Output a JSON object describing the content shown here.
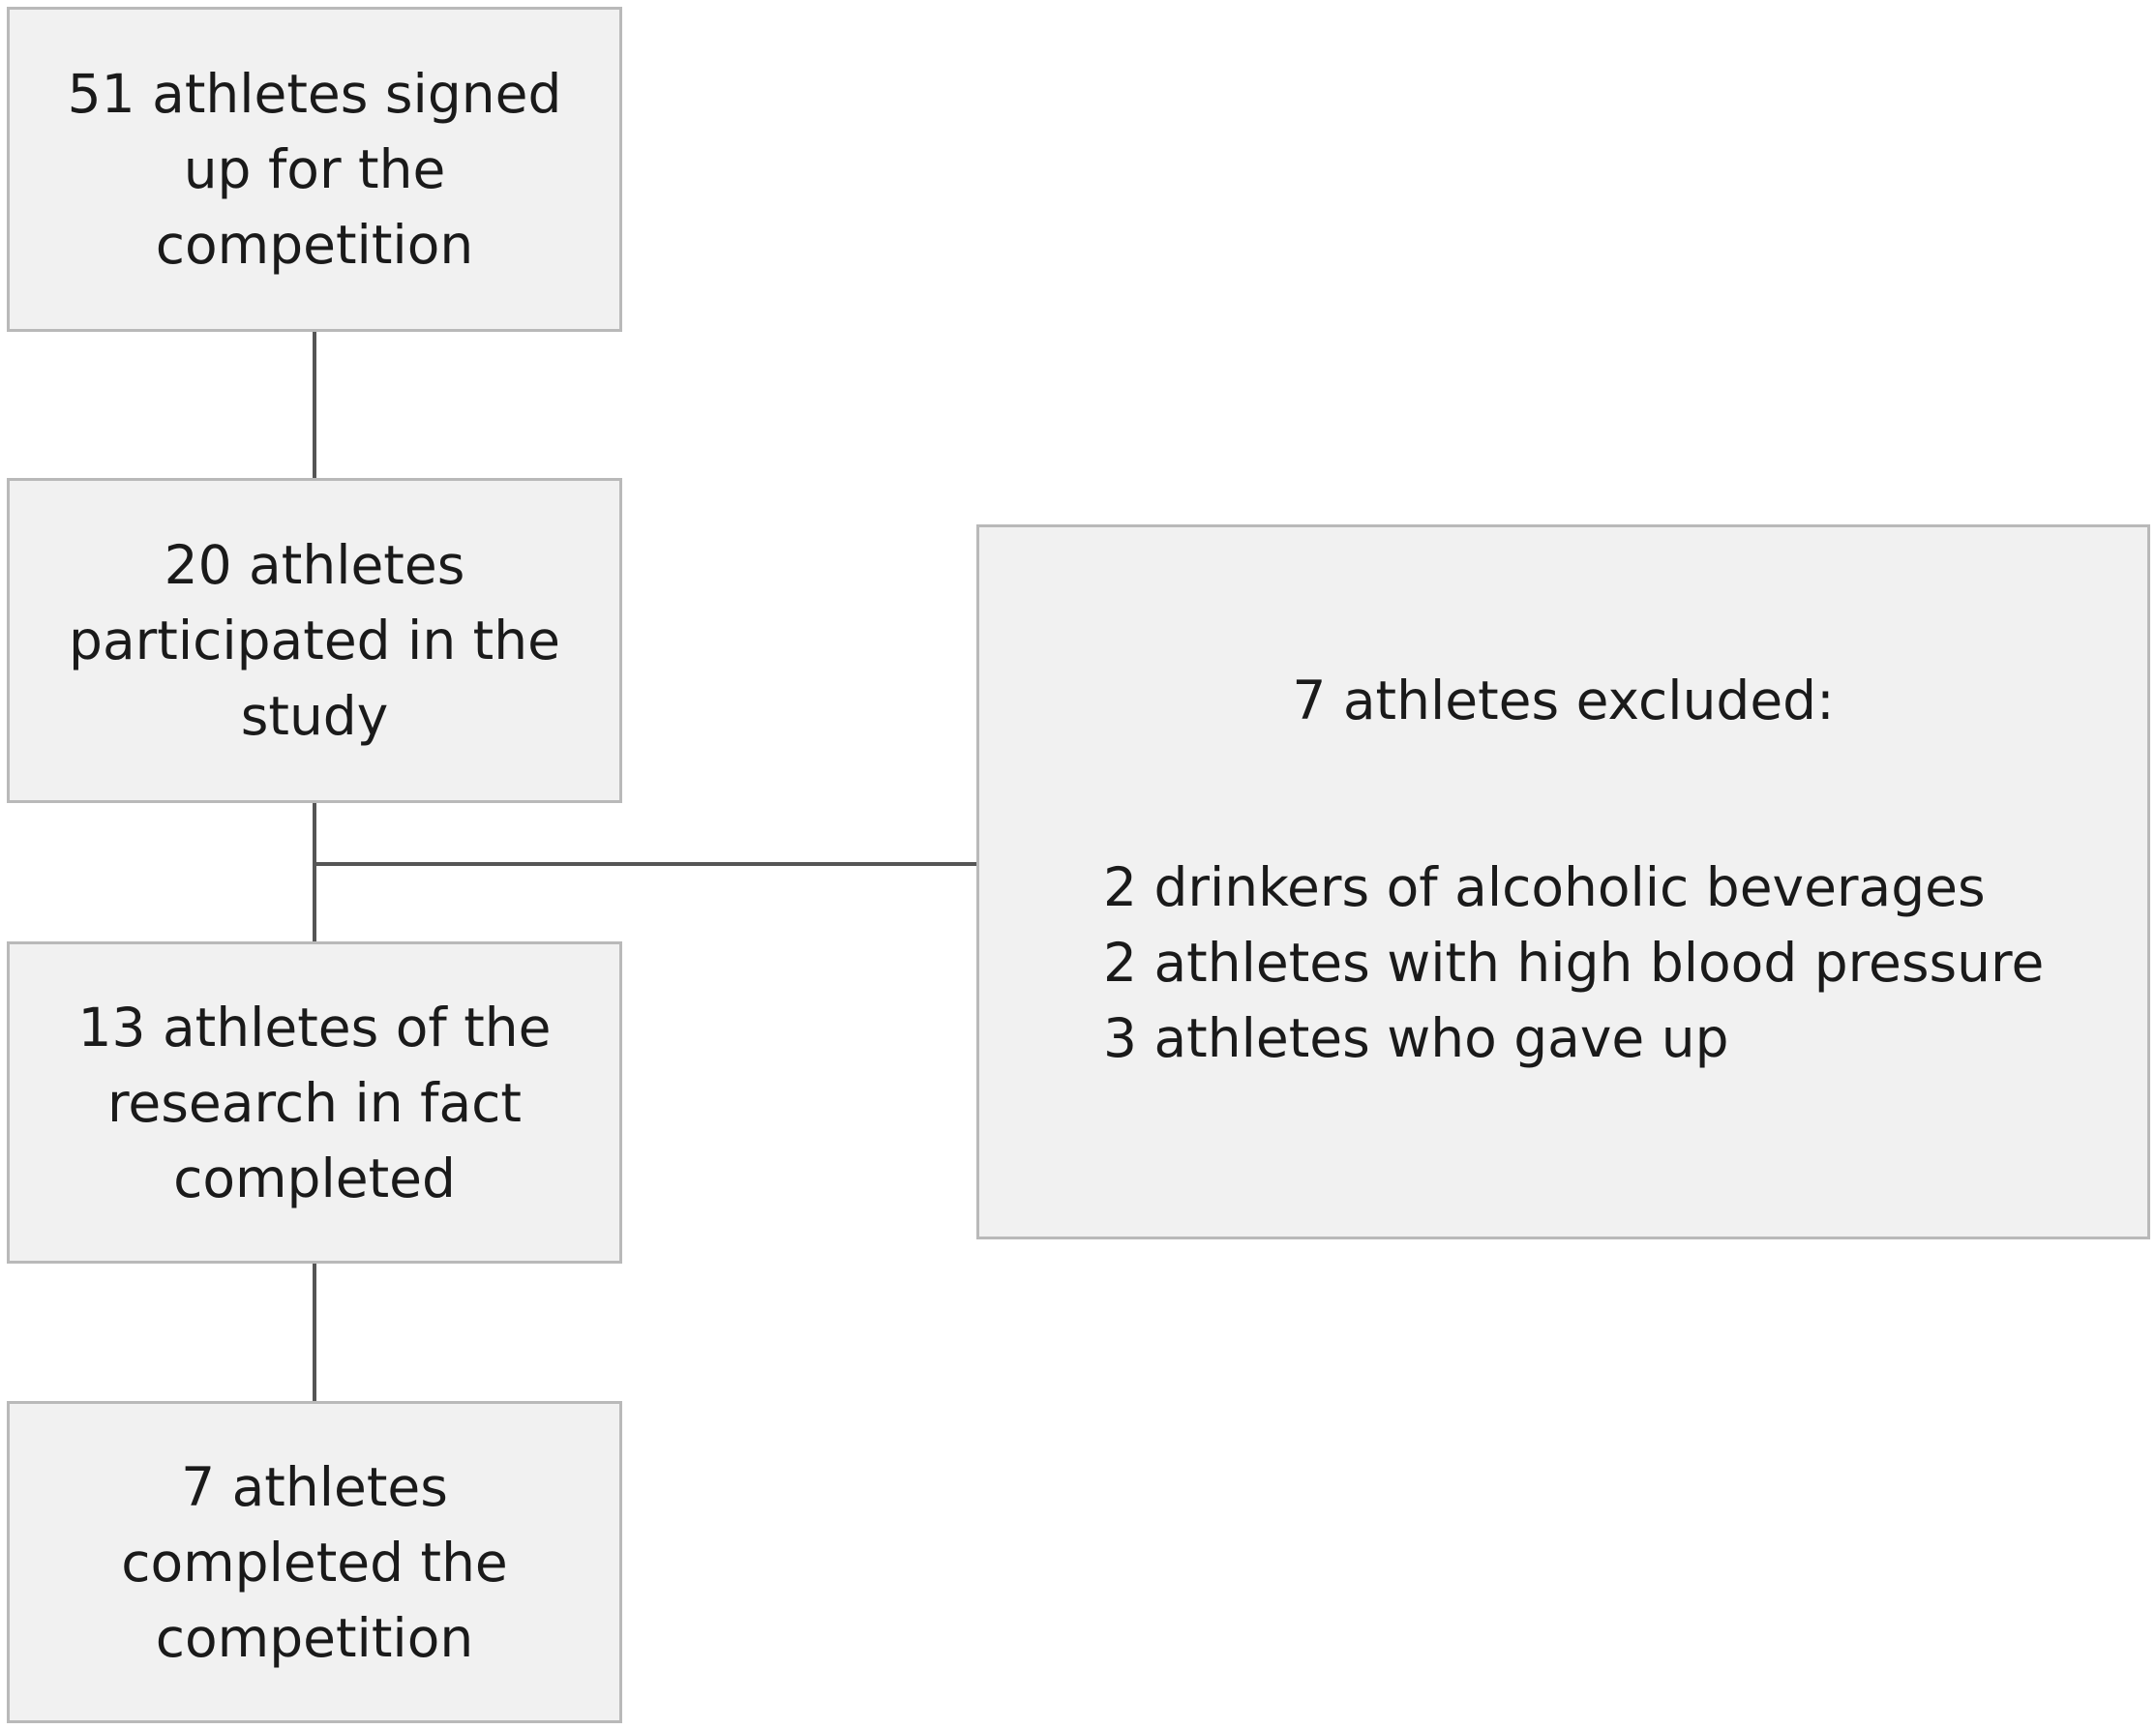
{
  "flowchart": {
    "boxes": {
      "signed_up": "51 athletes signed\nup for the\ncompetition",
      "participated": "20 athletes\nparticipated in the\nstudy",
      "research_completed": "13 athletes of the\nresearch in fact\ncompleted",
      "competition_completed": "7 athletes\ncompleted the\ncompetition"
    },
    "excluded": {
      "title": "7 athletes excluded:",
      "items": [
        "2 drinkers of alcoholic beverages",
        "2 athletes with high blood pressure",
        "3 athletes who gave up"
      ]
    }
  }
}
